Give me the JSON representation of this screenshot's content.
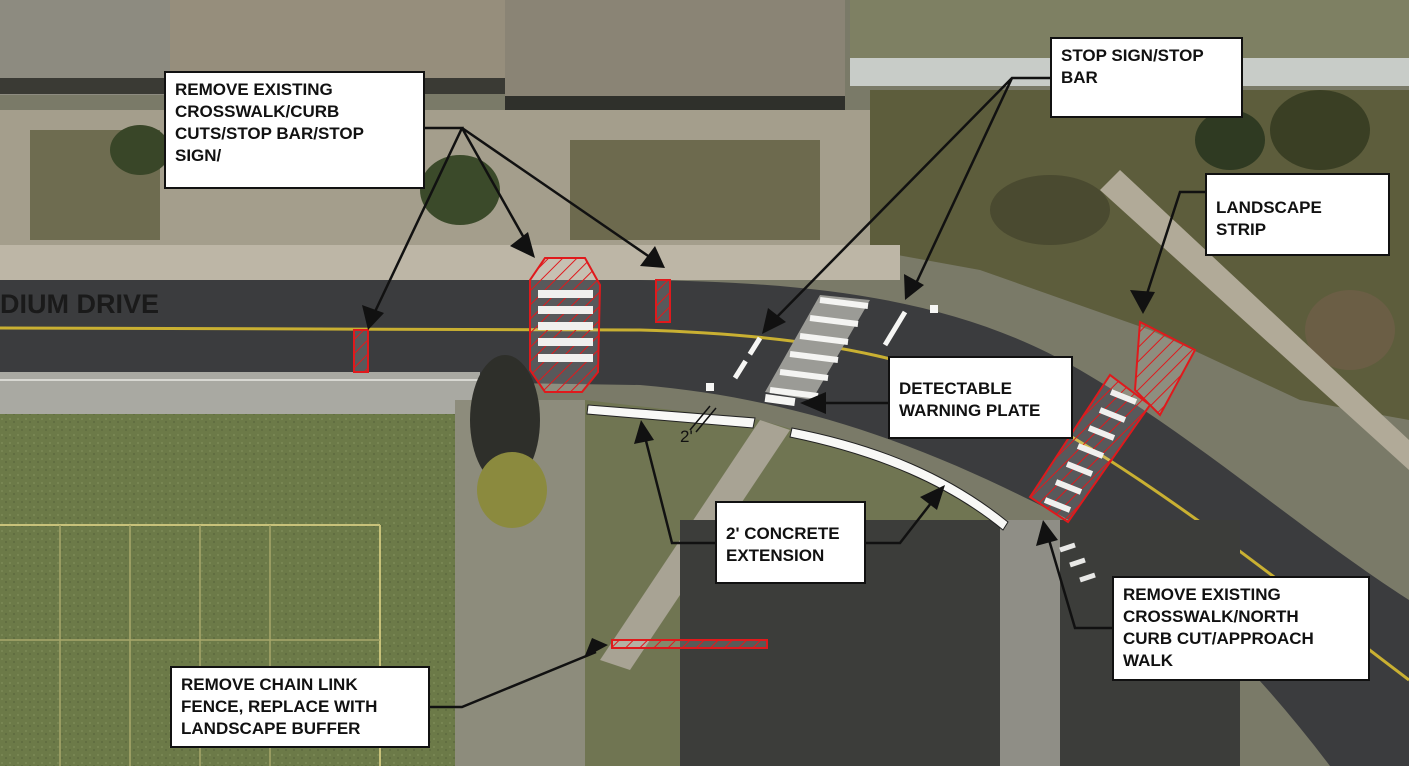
{
  "road_name": "DIUM DRIVE",
  "dimension": "2'",
  "callouts": {
    "remove_crosswalk_stop": "REMOVE EXISTING\nCROSSWALK/CURB\nCUTS/STOP BAR/STOP\nSIGN/",
    "stop_sign_bar": "STOP SIGN/STOP\nBAR",
    "landscape_strip": "LANDSCAPE\nSTRIP",
    "detectable_warning": "DETECTABLE\nWARNING PLATE",
    "concrete_extension": "2' CONCRETE\nEXTENSION",
    "remove_north_curb": "REMOVE EXISTING\nCROSSWALK/NORTH\nCURB CUT/APPROACH\nWALK",
    "remove_fence": "REMOVE CHAIN LINK\nFENCE, REPLACE WITH\nLANDSCAPE BUFFER"
  },
  "colors": {
    "removal_hatch": "#e0191c",
    "road": "#3a3b3d",
    "grass": "#6f7a4e",
    "sidewalk": "#b9b2a4",
    "roof": "#8f8a7c",
    "callout_bg": "#ffffff"
  }
}
